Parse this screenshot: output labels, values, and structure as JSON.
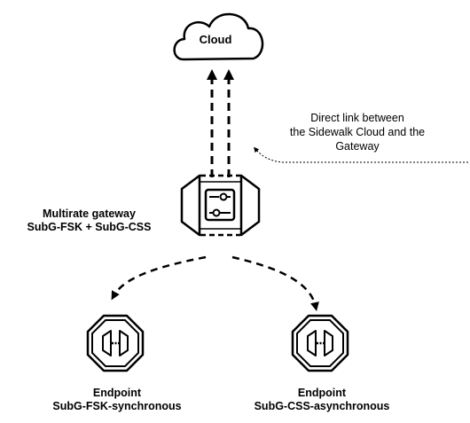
{
  "cloud": {
    "label": "Cloud"
  },
  "note": {
    "line1": "Direct link between",
    "line2": "the Sidewalk Cloud and the",
    "line3": "Gateway"
  },
  "gateway": {
    "title": "Multirate gateway",
    "subtitle": "SubG-FSK + SubG-CSS"
  },
  "endpoints": [
    {
      "title": "Endpoint",
      "subtitle": "SubG-FSK-synchronous"
    },
    {
      "title": "Endpoint",
      "subtitle": "SubG-CSS-asynchronous"
    }
  ]
}
